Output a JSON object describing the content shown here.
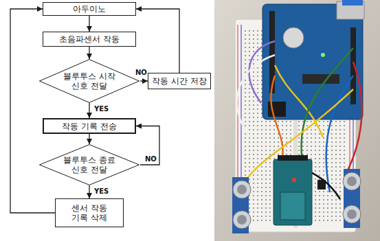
{
  "diagram": {
    "nodes": [
      {
        "text": [
          "아두이노"
        ]
      },
      {
        "text": [
          "초음파센서 작동"
        ]
      },
      {
        "text": [
          "블루투스 시작 신호 전달"
        ]
      },
      {
        "text": [
          "작동 시간 저장"
        ]
      },
      {
        "text": [
          "작동 기록 전송"
        ]
      },
      {
        "text": [
          "블루투스 종료 신호 전달"
        ]
      },
      {
        "text": [
          "센서 작동 기록 삭제"
        ]
      }
    ],
    "edges": [
      {
        "from": 0,
        "to": 1,
        "arrow": "to"
      },
      {
        "from": 1,
        "to": 2,
        "arrow": "to"
      },
      {
        "from": 2,
        "to": 3,
        "label": "NO",
        "arrow": "to"
      },
      {
        "from": 3,
        "to": 0,
        "arrow": "to"
      },
      {
        "from": 2,
        "to": 4,
        "label": "YES",
        "arrow": "to"
      },
      {
        "from": 4,
        "to": 5,
        "arrow": "to"
      },
      {
        "from": 5,
        "to": 4,
        "label": "NO",
        "arrow": "to"
      },
      {
        "from": 5,
        "to": 6,
        "label": "YES",
        "arrow": "to"
      },
      {
        "from": 6,
        "to": 0,
        "arrow": "to"
      }
    ]
  }
}
